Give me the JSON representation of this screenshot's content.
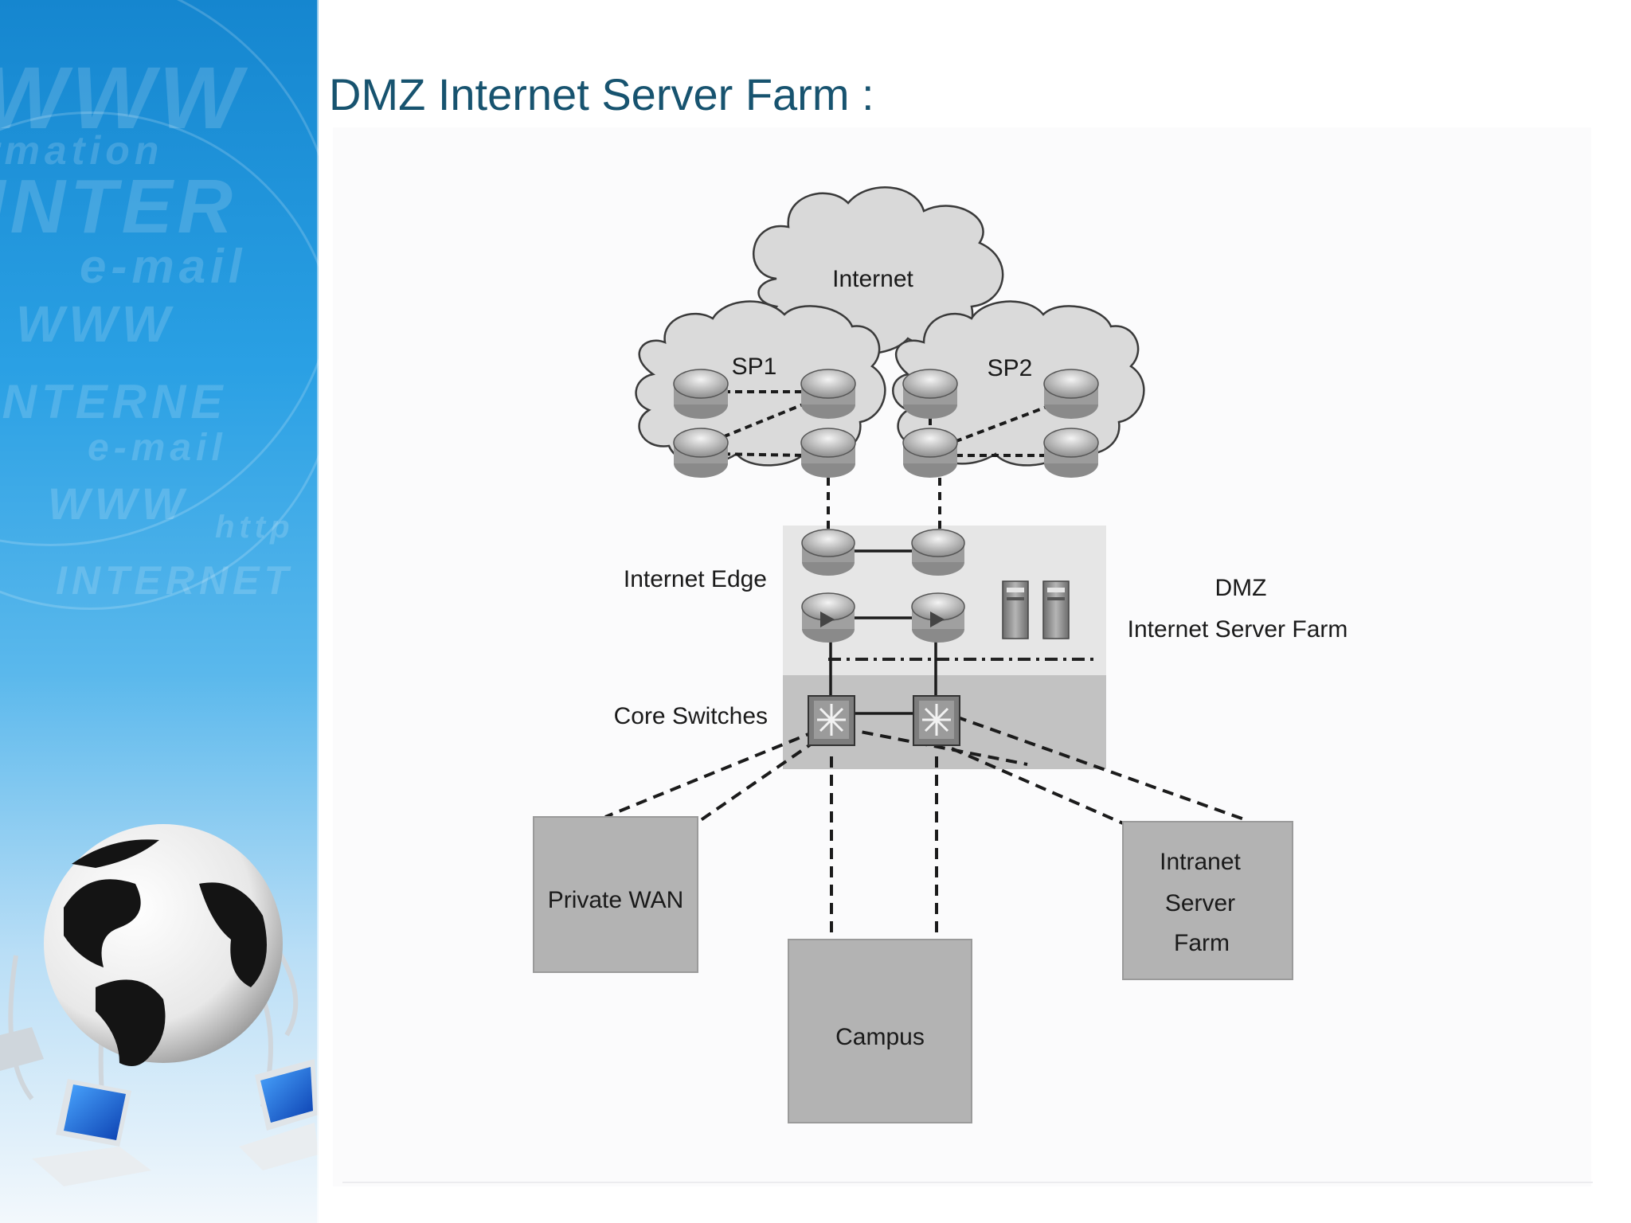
{
  "slide": {
    "title": "DMZ Internet Server Farm :"
  },
  "side_panel": {
    "background_words": [
      "WWW",
      "rmation",
      "INTER",
      "e-mail",
      "WWW",
      "INTERNE",
      "e-mail",
      "WWW",
      "http",
      "INTERNET"
    ]
  },
  "diagram": {
    "clouds": {
      "internet": "Internet",
      "sp1": "SP1",
      "sp2": "SP2"
    },
    "labels": {
      "internet_edge": "Internet Edge",
      "core_switches": "Core Switches",
      "dmz_line1": "DMZ",
      "dmz_line2": "Internet Server Farm"
    },
    "boxes": {
      "private_wan": "Private WAN",
      "campus": "Campus",
      "intranet_line1": "Intranet",
      "intranet_line2": "Server",
      "intranet_line3": "Farm"
    }
  },
  "colors": {
    "title": "#17536f",
    "box_fill": "#b3b3b3",
    "dmz_zone": "#e6e6e6",
    "core_zone": "#c2c2c2",
    "side_gradient_top": "#1586cf",
    "side_gradient_bottom": "#f3f8fc"
  }
}
